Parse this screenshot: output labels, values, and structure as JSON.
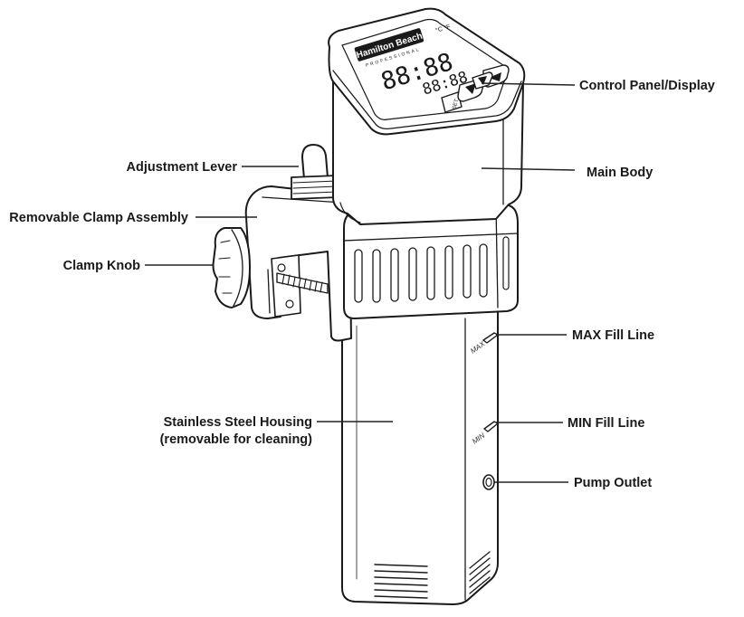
{
  "brand": {
    "name": "Hamilton Beach",
    "subtitle": "PROFESSIONAL"
  },
  "display": {
    "main_readout": "88:88",
    "secondary_readout": "88:88",
    "set_button_label": "SET",
    "unit_label": "°C °F"
  },
  "housing_markings": {
    "max": "MAX",
    "min": "MIN"
  },
  "labels": {
    "control_panel": "Control Panel/Display",
    "main_body": "Main Body",
    "adjustment_lever": "Adjustment Lever",
    "removable_clamp": "Removable Clamp Assembly",
    "clamp_knob": "Clamp Knob",
    "max_fill": "MAX Fill Line",
    "stainless_housing_line1": "Stainless Steel Housing",
    "stainless_housing_line2": "(removable for cleaning)",
    "min_fill": "MIN Fill Line",
    "pump_outlet": "Pump Outlet"
  },
  "colors": {
    "ink": "#1a1a1a",
    "logo_badge": "#1a1a1a"
  }
}
